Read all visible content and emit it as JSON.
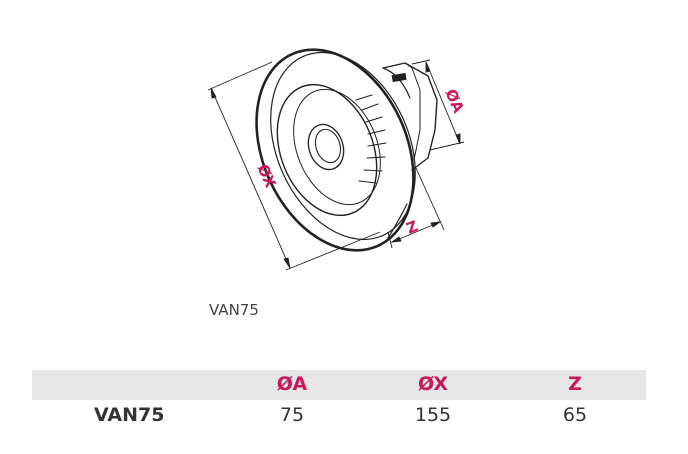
{
  "colors": {
    "accent": "#c8175a",
    "outline": "#222222",
    "header_bg": "#e6e6e6",
    "text": "#333333"
  },
  "drawing": {
    "dim_a": "ØA",
    "dim_x": "ØX",
    "dim_z": "Z"
  },
  "caption": "VAN75",
  "table": {
    "headers": [
      "",
      "ØA",
      "ØX",
      "Z"
    ],
    "rows": [
      {
        "name": "VAN75",
        "values": [
          "75",
          "155",
          "65"
        ]
      }
    ]
  }
}
